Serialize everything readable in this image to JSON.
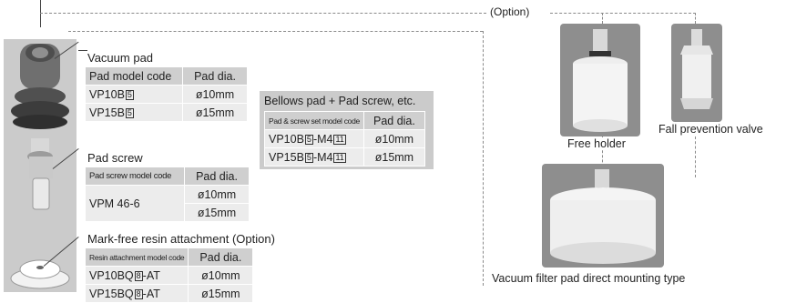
{
  "option_label": "(Option)",
  "vacuum_pad": {
    "title": "Vacuum pad",
    "headers": [
      "Pad model code",
      "Pad dia."
    ],
    "rows": [
      {
        "code": "VP10B",
        "box": "5",
        "suffix": "",
        "dia": "ø10mm"
      },
      {
        "code": "VP15B",
        "box": "5",
        "suffix": "",
        "dia": "ø15mm"
      }
    ]
  },
  "bellows_pad": {
    "title": "Bellows pad + Pad screw, etc.",
    "headers": [
      "Pad & screw set model code",
      "Pad dia."
    ],
    "rows": [
      {
        "code": "VP10B",
        "box": "5",
        "suffix": "-M4",
        "box2": "11",
        "dia": "ø10mm"
      },
      {
        "code": "VP15B",
        "box": "5",
        "suffix": "-M4",
        "box2": "11",
        "dia": "ø15mm"
      }
    ]
  },
  "pad_screw": {
    "title": "Pad screw",
    "headers": [
      "Pad screw model code",
      "Pad dia."
    ],
    "model": "VPM 46-6",
    "dias": [
      "ø10mm",
      "ø15mm"
    ]
  },
  "resin_attachment": {
    "title": "Mark-free resin attachment (Option)",
    "headers": [
      "Resin attachment model code",
      "Pad dia."
    ],
    "rows": [
      {
        "code": "VP10BQ",
        "box": "8",
        "suffix": "-AT",
        "dia": "ø10mm"
      },
      {
        "code": "VP15BQ",
        "box": "8",
        "suffix": "-AT",
        "dia": "ø15mm"
      }
    ]
  },
  "captions": {
    "free_holder": "Free holder",
    "fall_prevention": "Fall prevention valve",
    "vacuum_filter": "Vacuum filter pad direct mounting type"
  },
  "colors": {
    "table_header": "#cfcfcf",
    "table_cell": "#ececec",
    "panel": "#cbcbcb",
    "dashed_line": "#8a8a8a"
  }
}
